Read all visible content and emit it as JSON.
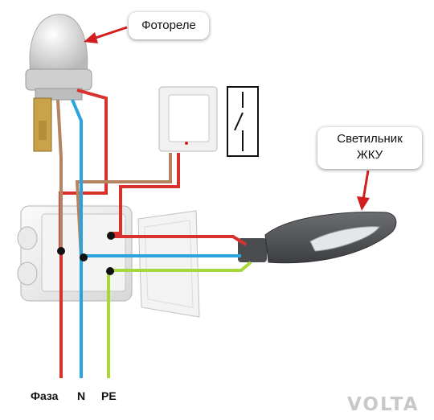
{
  "labels": {
    "photorelay": "Фотореле",
    "lamp_line1": "Светильник",
    "lamp_line2": "ЖКУ",
    "phase": "Фаза",
    "neutral": "N",
    "earth": "PE",
    "brand": "VOLTA"
  },
  "colors": {
    "phase_wire": "#d9312d",
    "neutral_wire": "#2aa3de",
    "earth_wire": "#a6d83a",
    "relay_wire": "#b48462",
    "arrow": "#d11f1f"
  }
}
